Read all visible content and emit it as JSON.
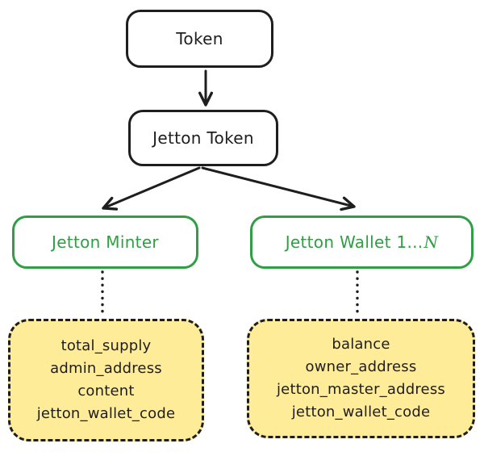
{
  "colors": {
    "stroke": "#1e1e1e",
    "green": "#2f9e44",
    "yellow_fill": "#ffec99",
    "background": "#ffffff"
  },
  "diagram": {
    "token": {
      "label": "Token"
    },
    "jetton_token": {
      "label": "Jetton Token"
    },
    "jetton_minter": {
      "label": "Jetton Minter"
    },
    "jetton_wallet": {
      "label_prefix": "Jetton Wallet 1...",
      "label_suffix": "N"
    },
    "minter_fields": [
      "total_supply",
      "admin_address",
      "content",
      "jetton_wallet_code"
    ],
    "wallet_fields": [
      "balance",
      "owner_address",
      "jetton_master_address",
      "jetton_wallet_code"
    ]
  }
}
